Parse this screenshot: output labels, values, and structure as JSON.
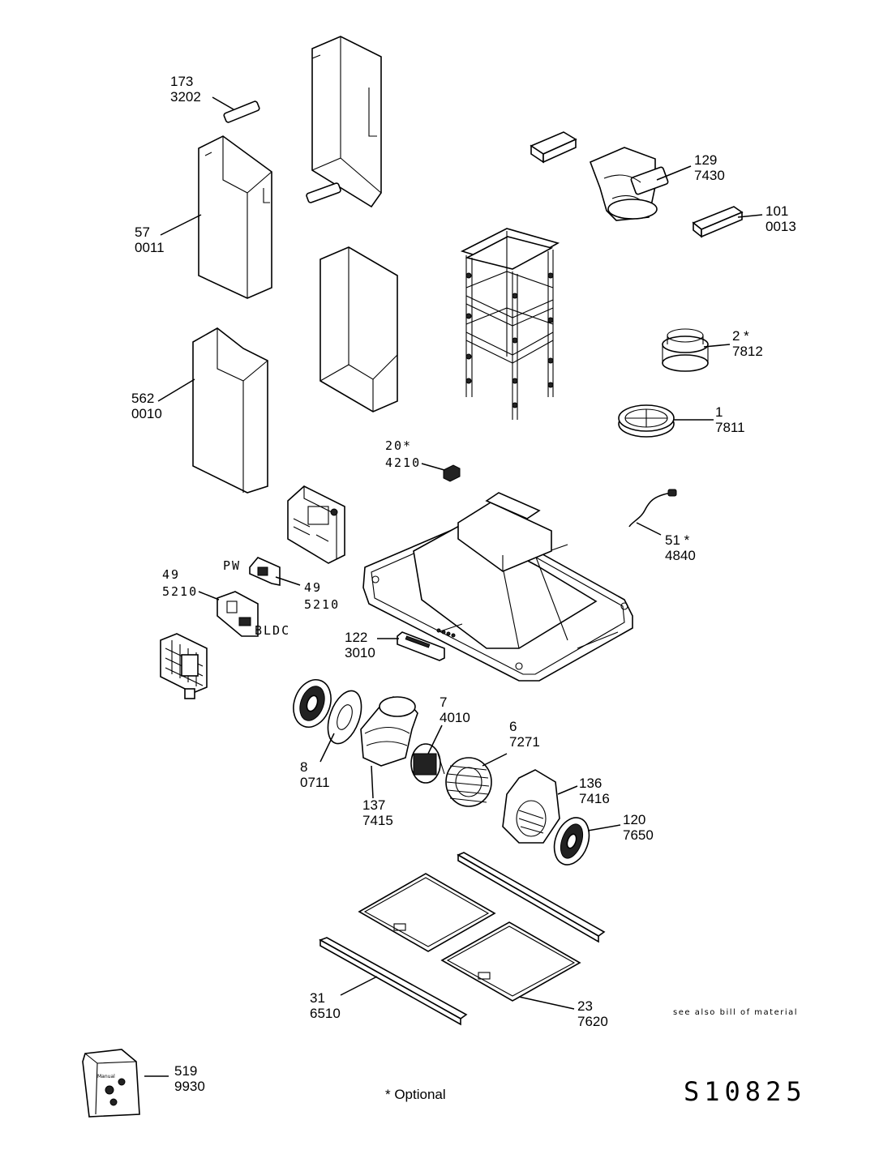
{
  "callouts": [
    {
      "id": "c173",
      "line1": "173",
      "line2": "3202"
    },
    {
      "id": "c57",
      "line1": "57",
      "line2": "0011"
    },
    {
      "id": "c562",
      "line1": "562",
      "line2": "0010"
    },
    {
      "id": "c129",
      "line1": "129",
      "line2": "7430"
    },
    {
      "id": "c101",
      "line1": "101",
      "line2": "0013"
    },
    {
      "id": "c2",
      "line1": "2 *",
      "line2": "7812"
    },
    {
      "id": "c1",
      "line1": "1",
      "line2": "7811"
    },
    {
      "id": "c20",
      "line1": "20*",
      "line2": "4210"
    },
    {
      "id": "c51",
      "line1": "51 *",
      "line2": "4840"
    },
    {
      "id": "c49a",
      "line1": "49",
      "line2": "5210"
    },
    {
      "id": "c49b",
      "line1": "49",
      "line2": "5210"
    },
    {
      "id": "c122",
      "line1": "122",
      "line2": "3010"
    },
    {
      "id": "c7",
      "line1": "7",
      "line2": "4010"
    },
    {
      "id": "c6",
      "line1": "6",
      "line2": "7271"
    },
    {
      "id": "c8",
      "line1": "8",
      "line2": "0711"
    },
    {
      "id": "c137",
      "line1": "137",
      "line2": "7415"
    },
    {
      "id": "c136",
      "line1": "136",
      "line2": "7416"
    },
    {
      "id": "c120",
      "line1": "120",
      "line2": "7650"
    },
    {
      "id": "c31",
      "line1": "31",
      "line2": "6510"
    },
    {
      "id": "c23",
      "line1": "23",
      "line2": "7620"
    },
    {
      "id": "c519",
      "line1": "519",
      "line2": "9930"
    }
  ],
  "tags": {
    "pw": "PW",
    "bldc": "BLDC",
    "manual": "Manual"
  },
  "notes": {
    "see_also": "see also bill of material",
    "optional": "* Optional",
    "drawing_code": "S10825"
  }
}
